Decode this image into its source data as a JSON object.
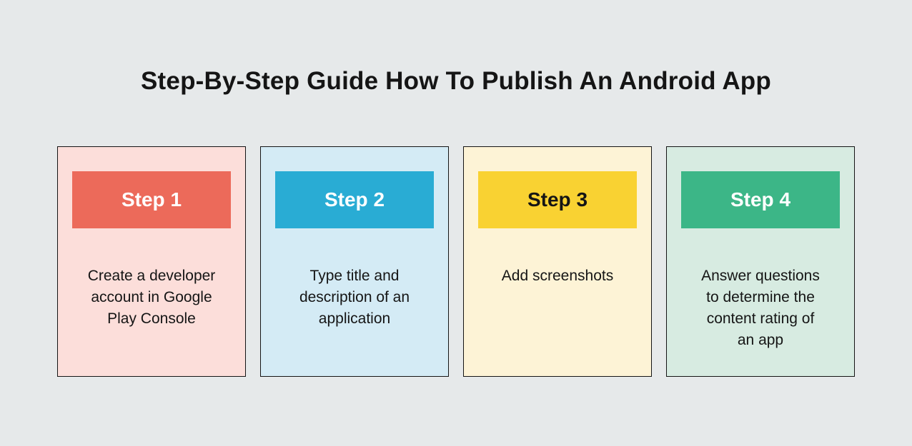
{
  "title": "Step-By-Step Guide How To Publish An Android App",
  "steps": [
    {
      "label": "Step 1",
      "description": "Create a developer\naccount in Google\nPlay Console",
      "header_color": "#ec6a5a",
      "label_color": "#ffffff",
      "card_color": "#fcdeda"
    },
    {
      "label": "Step 2",
      "description": "Type title and\ndescription of an\napplication",
      "header_color": "#29acd4",
      "label_color": "#ffffff",
      "card_color": "#d4ebf5"
    },
    {
      "label": "Step 3",
      "description": "Add screenshots",
      "header_color": "#f9d232",
      "label_color": "#151515",
      "card_color": "#fdf3d6"
    },
    {
      "label": "Step 4",
      "description": "Answer questions\nto determine the\ncontent rating of\nan app",
      "header_color": "#3cb687",
      "label_color": "#ffffff",
      "card_color": "#d7ebe1"
    }
  ],
  "colors": {
    "page_background": "#e6e9ea",
    "card_border": "#151515",
    "title_text": "#151515",
    "body_text": "#151515"
  }
}
